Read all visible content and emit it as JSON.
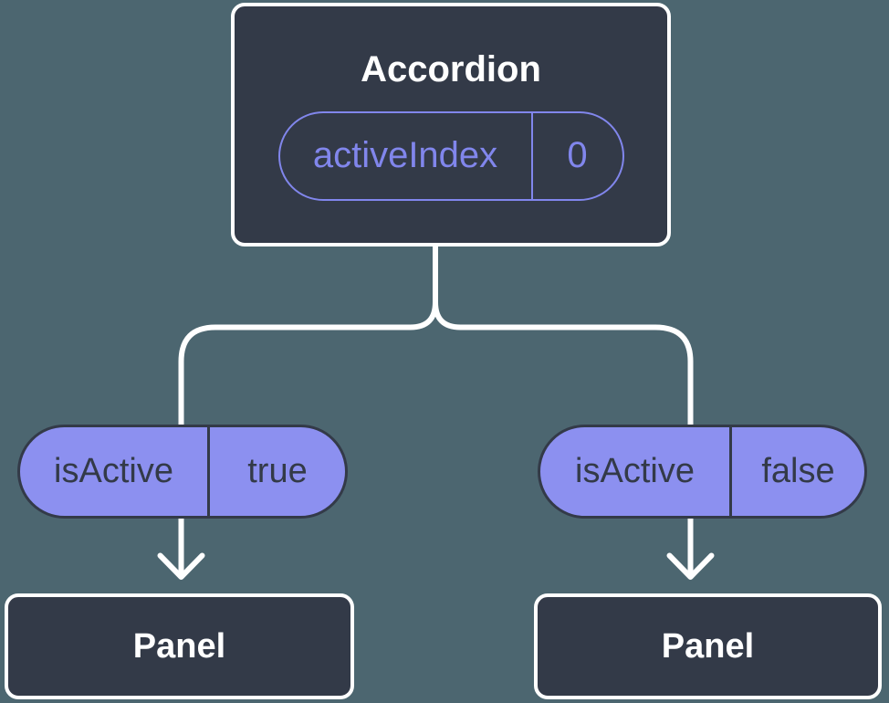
{
  "colors": {
    "background": "#4C6670",
    "node_fill": "#333A48",
    "node_border": "#FFFFFF",
    "accent_purple_outline": "#8186EC",
    "pill_fill": "#8C90F0",
    "pill_text_dark": "#333A48",
    "connector_white": "#FFFFFF"
  },
  "tree": {
    "root": {
      "title": "Accordion",
      "prop_name": "activeIndex",
      "prop_value": "0"
    },
    "branches": [
      {
        "prop_name": "isActive",
        "prop_value": "true",
        "node_label": "Panel"
      },
      {
        "prop_name": "isActive",
        "prop_value": "false",
        "node_label": "Panel"
      }
    ]
  }
}
